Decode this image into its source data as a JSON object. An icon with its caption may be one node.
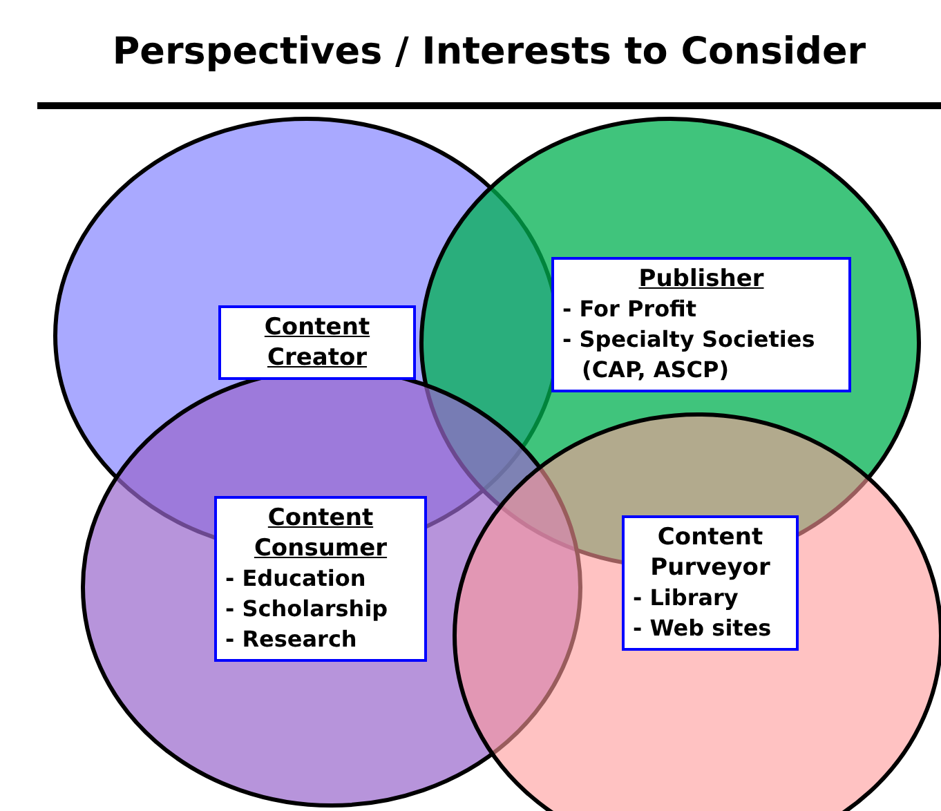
{
  "diagram": {
    "title": "Perspectives / Interests to Consider",
    "nodes": [
      {
        "text": [
          "Content Creator"
        ]
      },
      {
        "text": [
          "Publisher",
          "- For Profit",
          "- Specialty Societies (CAP, ASCP)"
        ]
      },
      {
        "text": [
          "Content Consumer",
          "- Education",
          "- Scholarship",
          "- Research"
        ]
      },
      {
        "text": [
          "Content Purveyor",
          "- Library",
          "- Web sites"
        ]
      }
    ],
    "edges": []
  }
}
